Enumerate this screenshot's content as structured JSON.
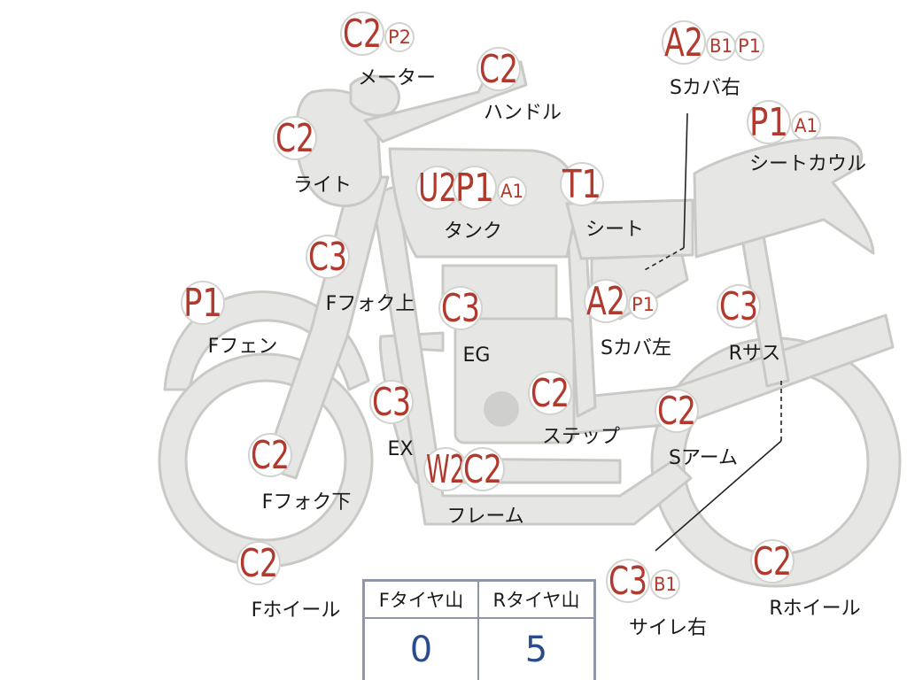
{
  "colors": {
    "grade": "#b13a2e",
    "label": "#1a1a1a",
    "bike_fill": "#e6e6e4",
    "bike_stroke": "#c9c9c6",
    "table_border": "#8d97a7",
    "table_value": "#2b4b8c"
  },
  "parts": [
    {
      "key": "meter",
      "label": "メーター",
      "grades": [
        "C2",
        "P2"
      ]
    },
    {
      "key": "handle",
      "label": "ハンドル",
      "grades": [
        "C2"
      ]
    },
    {
      "key": "scover-right",
      "label": "Sカバ右",
      "grades": [
        "A2",
        "B1",
        "P1"
      ]
    },
    {
      "key": "seatcowl",
      "label": "シートカウル",
      "grades": [
        "P1",
        "A1"
      ]
    },
    {
      "key": "light",
      "label": "ライト",
      "grades": [
        "C2"
      ]
    },
    {
      "key": "tank",
      "label": "タンク",
      "grades": [
        "U2",
        "P1",
        "A1"
      ]
    },
    {
      "key": "seat",
      "label": "シート",
      "grades": [
        "T1"
      ]
    },
    {
      "key": "ffork-upper",
      "label": "Fフォク上",
      "grades": [
        "C3"
      ]
    },
    {
      "key": "ffender",
      "label": "Fフェン",
      "grades": [
        "P1"
      ]
    },
    {
      "key": "engine",
      "label": "EG",
      "grades": [
        "C3"
      ]
    },
    {
      "key": "scover-left",
      "label": "Sカバ左",
      "grades": [
        "A2",
        "P1"
      ]
    },
    {
      "key": "rsus",
      "label": "Rサス",
      "grades": [
        "C3"
      ]
    },
    {
      "key": "exhaust",
      "label": "EX",
      "grades": [
        "C3"
      ]
    },
    {
      "key": "step",
      "label": "ステップ",
      "grades": [
        "C2"
      ]
    },
    {
      "key": "sarm",
      "label": "Sアーム",
      "grades": [
        "C2"
      ]
    },
    {
      "key": "ffork-lower",
      "label": "Fフォク下",
      "grades": [
        "C2"
      ]
    },
    {
      "key": "frame",
      "label": "フレーム",
      "grades": [
        "W2",
        "C2"
      ]
    },
    {
      "key": "fwheel",
      "label": "Fホイール",
      "grades": [
        "C2"
      ]
    },
    {
      "key": "silencer-right",
      "label": "サイレ右",
      "grades": [
        "C3",
        "B1"
      ]
    },
    {
      "key": "rwheel",
      "label": "Rホイール",
      "grades": [
        "C2"
      ]
    }
  ],
  "tire_table": {
    "front_label": "Fタイヤ山",
    "rear_label": "Rタイヤ山",
    "front_value": "0",
    "rear_value": "5"
  }
}
